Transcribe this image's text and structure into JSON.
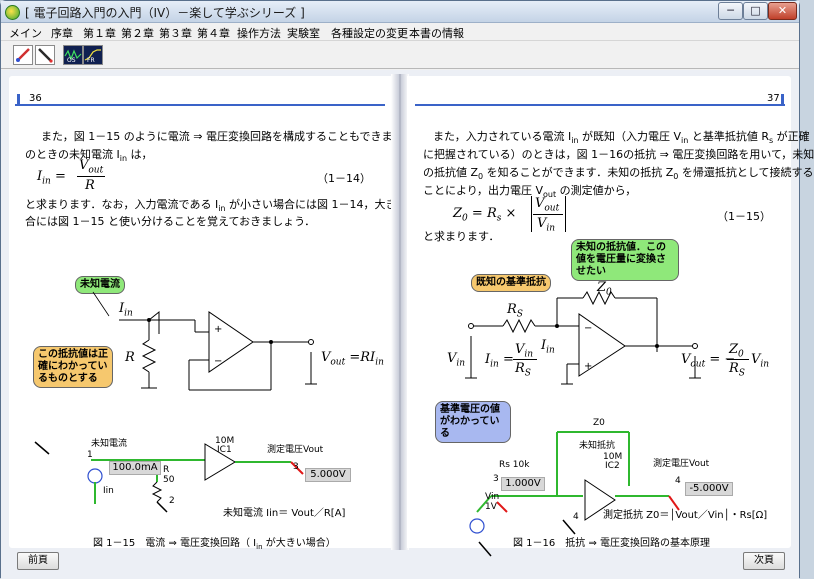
{
  "window": {
    "title": "[ 電子回路入門の入門（IV）－楽して学ぶシリーズ ]",
    "min": "─",
    "max": "□",
    "close": "✕"
  },
  "menu": [
    "メイン",
    "序章",
    "第１章",
    "第２章",
    "第３章",
    "第４章",
    "操作方法",
    "実験室",
    "各種設定の変更",
    "本書の情報"
  ],
  "toolbar": {
    "icons": [
      "probe-icon",
      "pen-icon",
      "oscilloscope-icon",
      "analyzer-icon"
    ],
    "labels": [
      "OS",
      "FR"
    ]
  },
  "left_page": {
    "number": "36",
    "p1": "また，図 1－15 のように電流 ⇒ 電圧変換回路を構成することもできます．こ",
    "p2": "のときの未知電流 I",
    "p2b": "in",
    "p2c": " は，",
    "eq_lhs": "I",
    "eq_lhs_sub": "in",
    "eq_num": "V",
    "eq_num_sub": "out",
    "eq_den": "R",
    "eq_no": "（1－14）",
    "p3": "と求まります．なお，入力電流である I",
    "p3b": "in",
    "p3c": " が小さい場合には図 1－14，大きい場",
    "p4": "合には図 1－15 と使い分けることを覚えておきましょう．",
    "callout1": "未知電流",
    "callout2": "この抵抗値は正確にわかっているものとする",
    "label_iin": "I",
    "label_iin_sub": "in",
    "label_r": "R",
    "label_vout": "V",
    "label_vout_sub": "out",
    "label_vout_eq": " =RI",
    "label_vout_eq_sub": "in",
    "sim_unknown": "未知電流",
    "sim_node1": "1",
    "sim_ic": "10M",
    "sim_ic2": "IC1",
    "sim_meas": "測定電圧Vout",
    "sim_current": "100.0mA",
    "sim_r": "R",
    "sim_r2": "50",
    "sim_node2": "2",
    "sim_node3": "3",
    "sim_vout": "5.000V",
    "sim_iin": "Iin",
    "sim_formula": "未知電流 Iin＝ Vout／R[A]",
    "caption": "図 1－15　電流 ⇒ 電圧変換回路（ I",
    "caption_sub": "in",
    "caption_c": " が大きい場合）",
    "prev": "前頁"
  },
  "right_page": {
    "number": "37",
    "p1": "また，入力されている電流 I",
    "p1b": "in",
    "p1c": " が既知（入力電圧 V",
    "p1d": "in",
    "p1e": " と基準抵抗値 R",
    "p1f": "s",
    "p1g": " が正確",
    "p2": "に把握されている）のときは，図 1－16の抵抗 ⇒ 電圧変換回路を用いて，未知",
    "p3": "の抵抗値 Z",
    "p3b": "0",
    "p3c": " を知ることができます．未知の抵抗 Z",
    "p3d": "0",
    "p3e": " を帰還抵抗として接続する",
    "p4": "ことにより，出力電圧 V",
    "p4b": "out",
    "p4c": " の測定値から，",
    "eq": "Z",
    "eq_sub": "0",
    "eq_mid": " = R",
    "eq_mid_sub": "s",
    "eq_times": " ×",
    "eq_num": "V",
    "eq_num_sub": "out",
    "eq_den": "V",
    "eq_den_sub": "in",
    "eq_no": "（1－15）",
    "p5": "と求まります．",
    "callout1": "未知の抵抗値．この値を電圧量に変換させたい",
    "callout2": "既知の基準抵抗",
    "callout3": "基準電圧の値がわかっている",
    "label_z0": "Z",
    "label_z0_sub": "0",
    "label_rs": "R",
    "label_rs_sub": "S",
    "label_vin": "V",
    "label_vin_sub": "in",
    "label_iin": "I",
    "label_iin_sub": "in",
    "label_iin_eq": "I",
    "label_iin_eq_sub": "in",
    "label_iin_eq2": " =",
    "label_vin_frac": "V",
    "label_vin_frac_sub": "in",
    "label_rs_frac": "R",
    "label_rs_frac_sub": "S",
    "label_vout": "V",
    "label_vout_sub": "out",
    "label_vout_eq": " = −",
    "label_z0_frac": "Z",
    "label_z0_frac_sub": "0",
    "label_rs_frac2": "R",
    "label_rs_frac2_sub": "S",
    "label_vin2": "V",
    "label_vin2_sub": "in",
    "sim_z0": "Z0",
    "sim_unknown": "未知抵抗",
    "sim_ic": "10M",
    "sim_ic2": "IC2",
    "sim_meas": "測定電圧Vout",
    "sim_rs": "Rs 10k",
    "sim_node3": "3",
    "sim_node4": "4",
    "sim_node4b": "4",
    "sim_vin_v": "1.000V",
    "sim_vout": "-5.000V",
    "sim_vin": "Vin",
    "sim_vin2": "1V",
    "sim_formula": "測定抵抗 Z0＝│Vout／Vin│・Rs[Ω]",
    "caption": "図 1－16　抵抗 ⇒ 電圧変換回路の基本原理",
    "next": "次頁"
  },
  "colors": {
    "accent": "#3a63c8",
    "callout_green": "#8fe87a",
    "callout_orange": "#f6c86e",
    "callout_blue": "#a8b8f0",
    "wire_green": "#2fb82f",
    "sim_red": "#e01818"
  }
}
